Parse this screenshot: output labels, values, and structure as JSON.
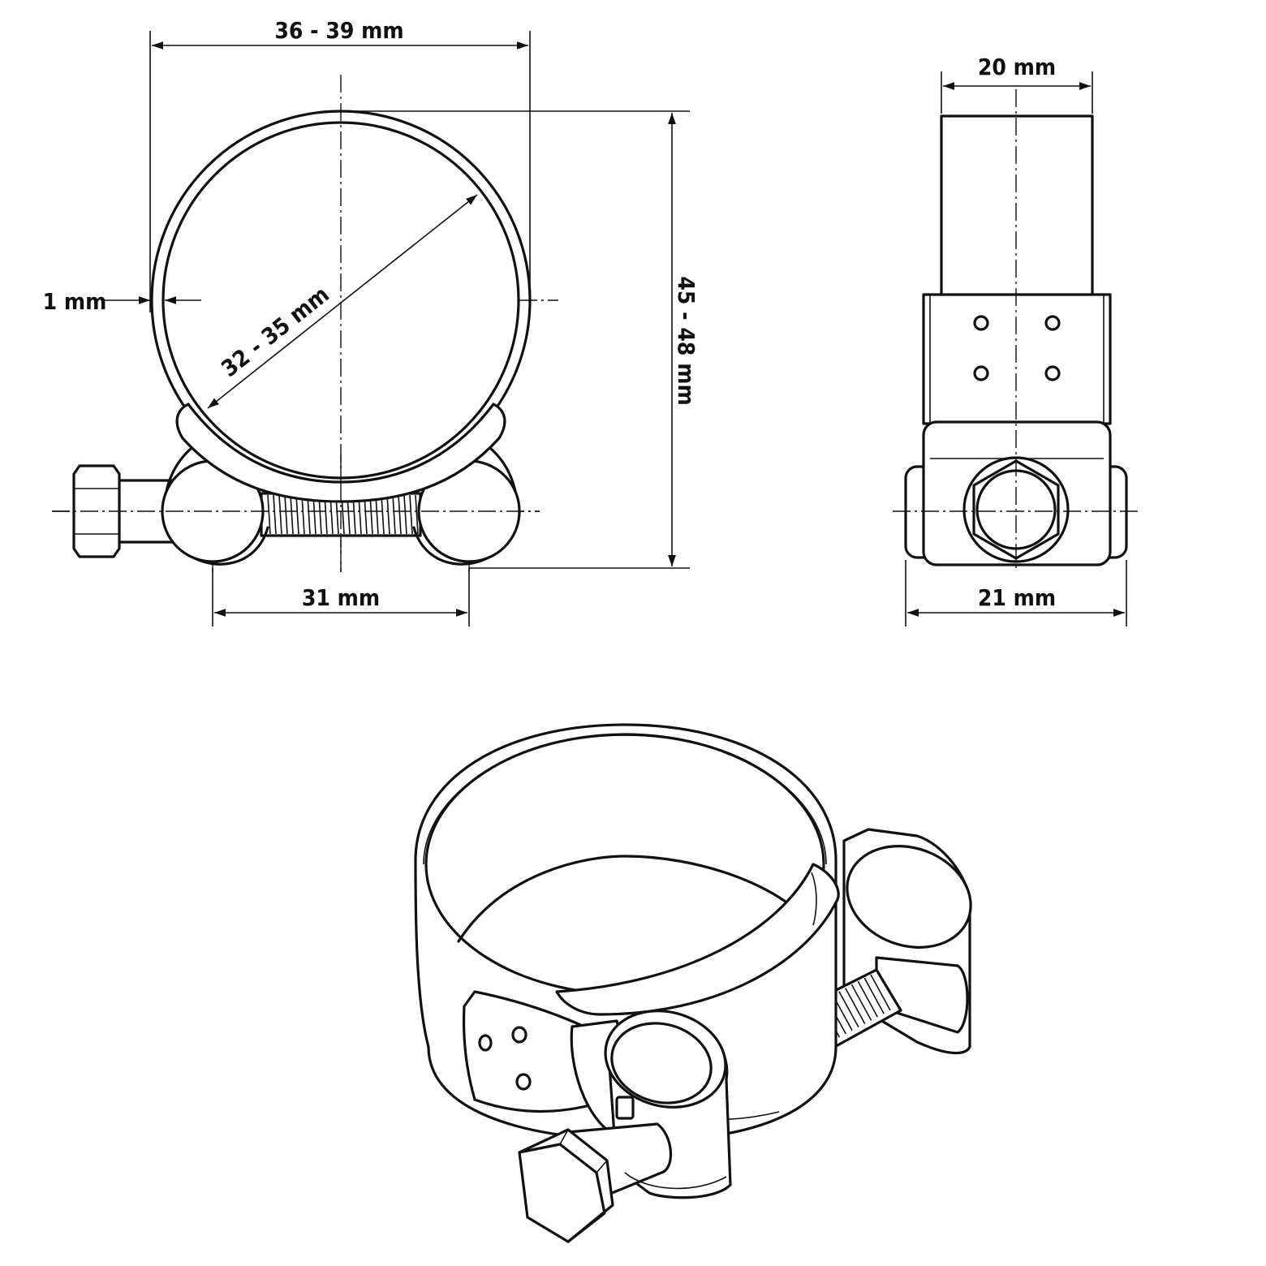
{
  "dimensions": {
    "front_width_outer": "36 - 39 mm",
    "band_thickness": "1 mm",
    "inner_diameter": "32 - 35 mm",
    "total_height": "45 - 48 mm",
    "bolt_center_spacing": "31 mm",
    "band_width": "20 mm",
    "side_total_width": "21 mm"
  },
  "colors": {
    "line": "#111111",
    "background": "#ffffff"
  }
}
